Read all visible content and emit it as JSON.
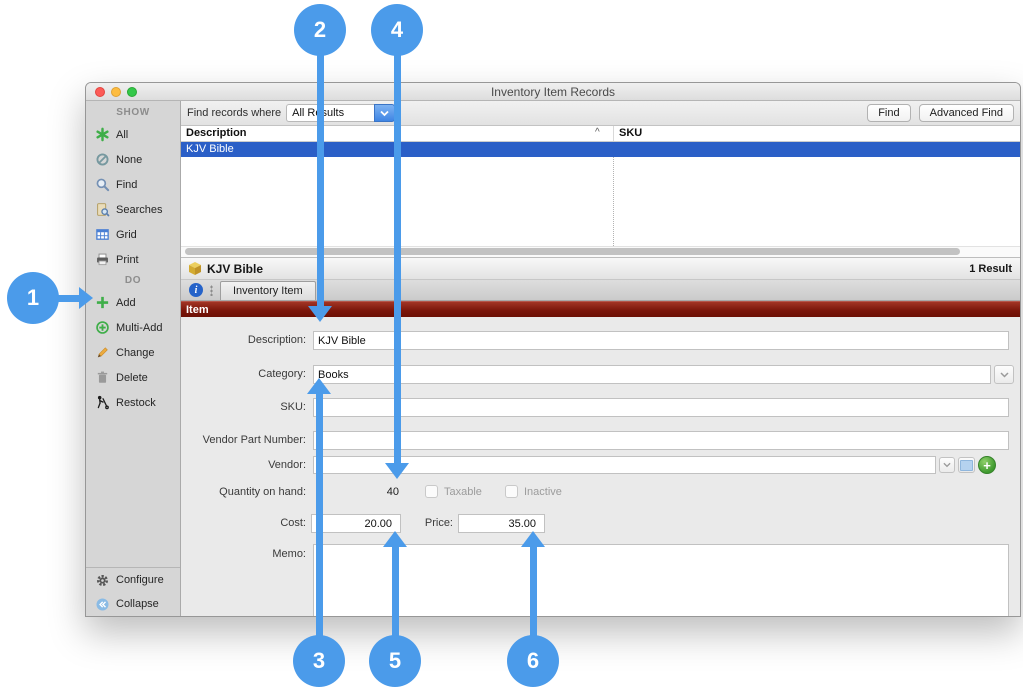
{
  "window_title": "Inventory Item Records",
  "callouts": {
    "c1": "1",
    "c2": "2",
    "c3": "3",
    "c4": "4",
    "c5": "5",
    "c6": "6"
  },
  "sidebar": {
    "show_header": "SHOW",
    "do_header": "DO",
    "show_items": [
      {
        "label": "All",
        "icon": "asterisk-icon"
      },
      {
        "label": "None",
        "icon": "slash-circle-icon"
      },
      {
        "label": "Find",
        "icon": "magnifier-icon"
      },
      {
        "label": "Searches",
        "icon": "saved-searches-icon"
      },
      {
        "label": "Grid",
        "icon": "grid-icon"
      },
      {
        "label": "Print",
        "icon": "printer-icon"
      }
    ],
    "do_items": [
      {
        "label": "Add",
        "icon": "plus-icon"
      },
      {
        "label": "Multi-Add",
        "icon": "multi-add-icon"
      },
      {
        "label": "Change",
        "icon": "pencil-icon"
      },
      {
        "label": "Delete",
        "icon": "trash-icon"
      },
      {
        "label": "Restock",
        "icon": "restock-icon"
      }
    ],
    "footer_items": [
      {
        "label": "Configure",
        "icon": "gear-icon"
      },
      {
        "label": "Collapse",
        "icon": "collapse-icon"
      }
    ]
  },
  "toolbar": {
    "filter_label": "Find records where",
    "filter_value": "All Results",
    "find_button": "Find",
    "advanced_find_button": "Advanced Find"
  },
  "record_list": {
    "columns": [
      {
        "label": "Description"
      },
      {
        "label": "SKU"
      }
    ],
    "sort_indicator": "^",
    "rows": [
      {
        "description": "KJV Bible",
        "sku": ""
      }
    ]
  },
  "detail": {
    "record_title": "KJV Bible",
    "result_count": "1 Result",
    "tab_label": "Inventory Item",
    "section_label": "Item"
  },
  "form": {
    "description": {
      "label": "Description:",
      "value": "KJV Bible"
    },
    "category": {
      "label": "Category:",
      "value": "Books"
    },
    "sku": {
      "label": "SKU:",
      "value": ""
    },
    "vendor_part_number": {
      "label": "Vendor Part Number:",
      "value": ""
    },
    "vendor": {
      "label": "Vendor:",
      "value": ""
    },
    "quantity_on_hand": {
      "label": "Quantity on hand:",
      "value": "40"
    },
    "taxable": {
      "label": "Taxable",
      "checked": false
    },
    "inactive": {
      "label": "Inactive",
      "checked": false
    },
    "cost": {
      "label": "Cost:",
      "value": "20.00"
    },
    "price": {
      "label": "Price:",
      "value": "35.00"
    },
    "memo": {
      "label": "Memo:",
      "value": ""
    }
  },
  "colors": {
    "callout_blue": "#4b9bea",
    "selection_blue": "#2b5fc7",
    "section_header_red": "#7a150a",
    "add_green": "#3fae49"
  }
}
